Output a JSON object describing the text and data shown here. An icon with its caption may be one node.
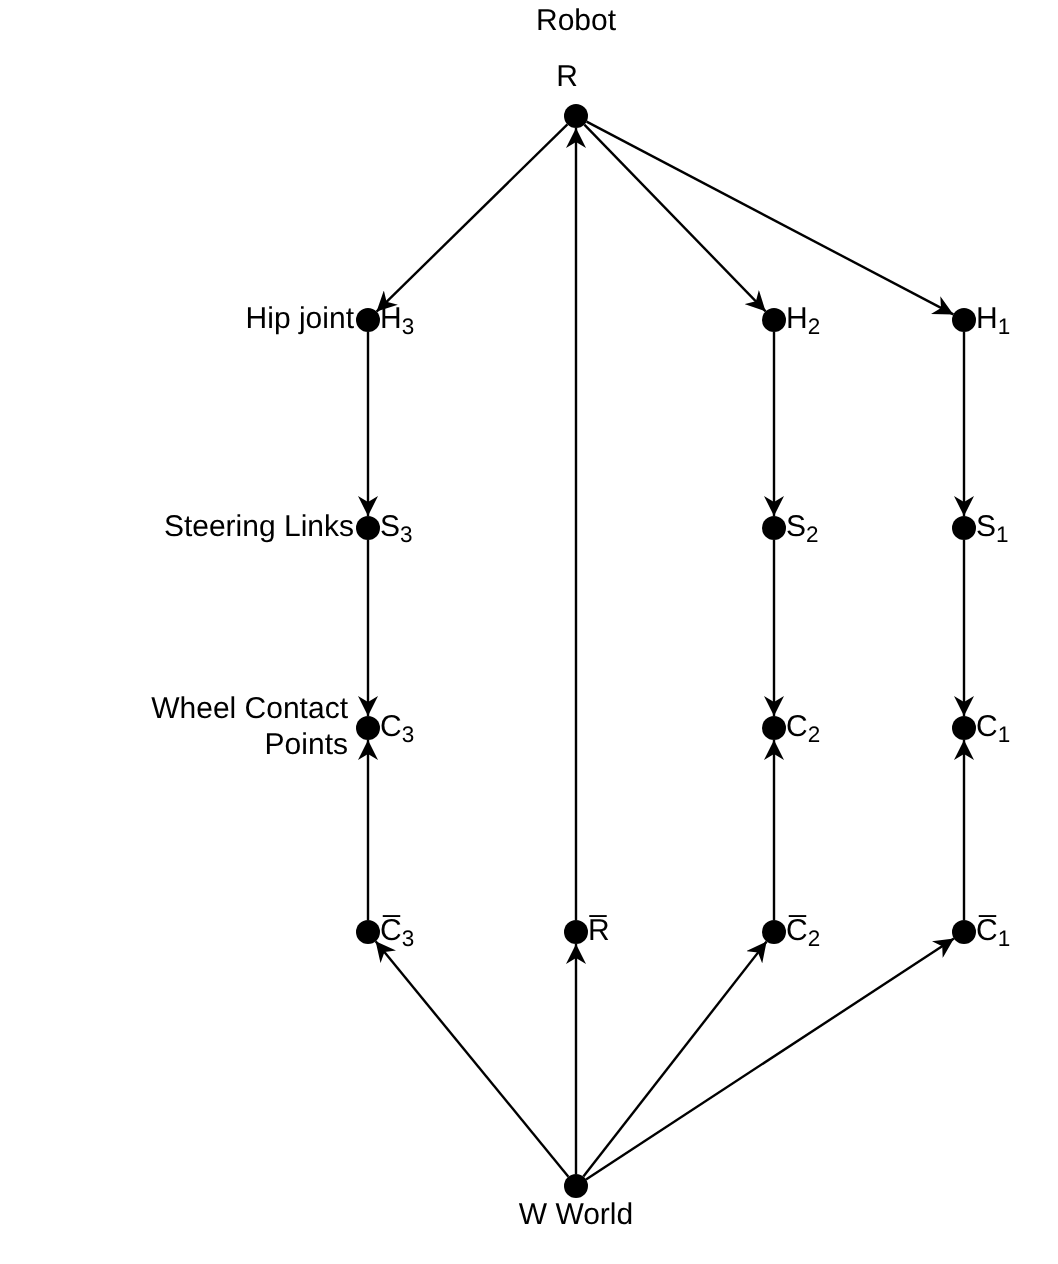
{
  "diagram": {
    "nodes": [
      {
        "text": [],
        "shape": "circle",
        "beside": [
          "Robot",
          "R"
        ]
      },
      {
        "text": [],
        "shape": "circle",
        "beside": [
          "H$_{3}$",
          "Hip joint"
        ]
      },
      {
        "text": [],
        "shape": "circle",
        "beside": [
          "H$_{2}$"
        ]
      },
      {
        "text": [],
        "shape": "circle",
        "beside": [
          "H$_{1}$"
        ]
      },
      {
        "text": [],
        "shape": "circle",
        "beside": [
          "S$_{3}$",
          "Steering Links"
        ]
      },
      {
        "text": [],
        "shape": "circle",
        "beside": [
          "S$_{2}$"
        ]
      },
      {
        "text": [],
        "shape": "circle",
        "beside": [
          "S$_{1}$"
        ]
      },
      {
        "text": [],
        "shape": "circle",
        "beside": [
          "C$_{3}$",
          "Wheel Contact Points"
        ]
      },
      {
        "text": [],
        "shape": "circle",
        "beside": [
          "C$_{2}$"
        ]
      },
      {
        "text": [],
        "shape": "circle",
        "beside": [
          "C$_{1}$"
        ]
      },
      {
        "text": [],
        "shape": "circle",
        "beside": [
          "C̅$_{3}$"
        ]
      },
      {
        "text": [],
        "shape": "circle",
        "beside": [
          "R̅"
        ]
      },
      {
        "text": [],
        "shape": "circle",
        "beside": [
          "C̅$_{2}$"
        ]
      },
      {
        "text": [],
        "shape": "circle",
        "beside": [
          "C̅$_{1}$"
        ]
      },
      {
        "text": [],
        "shape": "circle",
        "beside": [
          "W World"
        ]
      }
    ],
    "edges": [
      {
        "from": 0,
        "to": 1,
        "arrow": "to"
      },
      {
        "from": 0,
        "to": 2,
        "arrow": "to"
      },
      {
        "from": 0,
        "to": 3,
        "arrow": "to"
      },
      {
        "from": 1,
        "to": 4,
        "arrow": "to"
      },
      {
        "from": 2,
        "to": 5,
        "arrow": "to"
      },
      {
        "from": 3,
        "to": 6,
        "arrow": "to"
      },
      {
        "from": 4,
        "to": 7,
        "arrow": "to"
      },
      {
        "from": 5,
        "to": 8,
        "arrow": "to"
      },
      {
        "from": 6,
        "to": 9,
        "arrow": "to"
      },
      {
        "from": 10,
        "to": 7,
        "arrow": "to"
      },
      {
        "from": 12,
        "to": 8,
        "arrow": "to"
      },
      {
        "from": 13,
        "to": 9,
        "arrow": "to"
      },
      {
        "from": 11,
        "to": 0,
        "arrow": "to"
      },
      {
        "from": 14,
        "to": 10,
        "arrow": "to"
      },
      {
        "from": 14,
        "to": 11,
        "arrow": "to"
      },
      {
        "from": 14,
        "to": 12,
        "arrow": "to"
      },
      {
        "from": 14,
        "to": 13,
        "arrow": "to"
      }
    ]
  }
}
